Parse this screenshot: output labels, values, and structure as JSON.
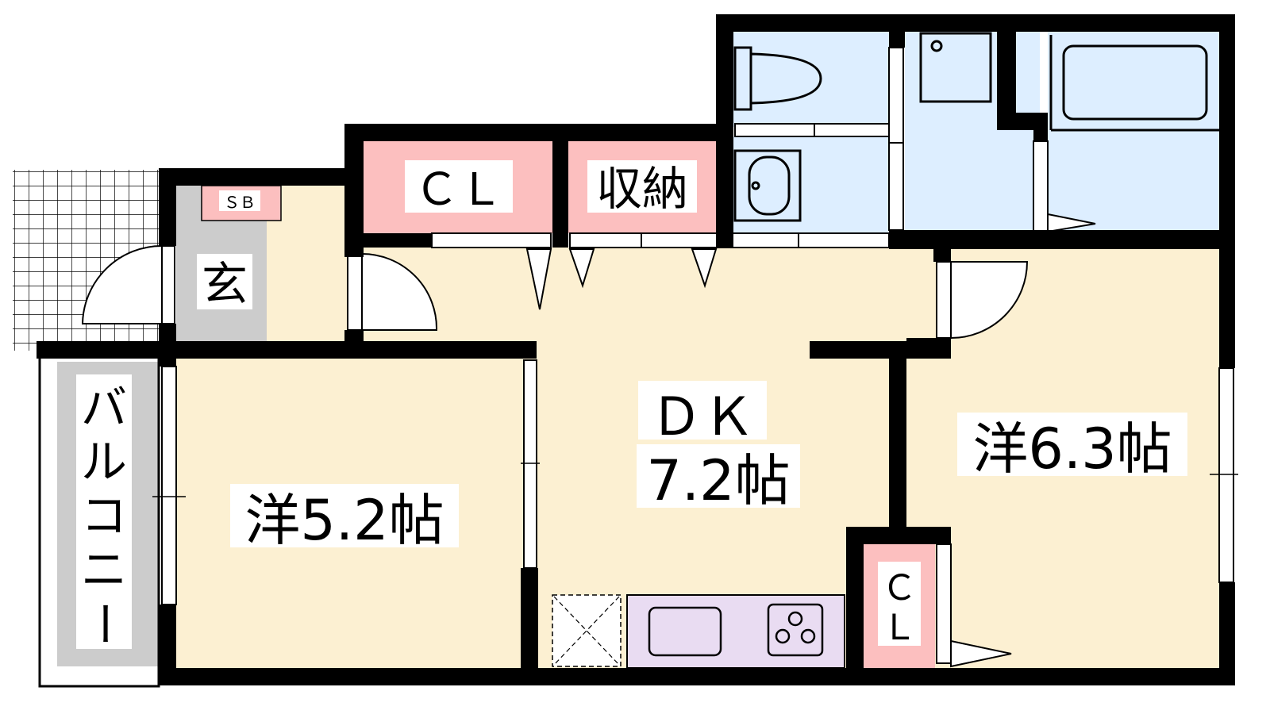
{
  "colors": {
    "wall": "#000000",
    "living": "#fcf0d2",
    "storage": "#fcbfbf",
    "wet_area": "#ddeeff",
    "entrance": "#cccccc",
    "balcony": "#cccccc",
    "kitchen": "#e9dcf2",
    "background": "#ffffff"
  },
  "rooms": {
    "entrance": "玄",
    "shoe_box": "ＳＢ",
    "closet_main": "ＣＬ",
    "storage": "収納",
    "dk_name": "ＤＫ",
    "dk_size": "7.2帖",
    "western_left": "洋5.2帖",
    "western_right": "洋6.3帖",
    "closet_small_1": "Ｃ",
    "closet_small_2": "Ｌ",
    "balcony_1": "バ",
    "balcony_2": "ル",
    "balcony_3": "コ",
    "balcony_4": "ニ",
    "balcony_5": "ー"
  }
}
